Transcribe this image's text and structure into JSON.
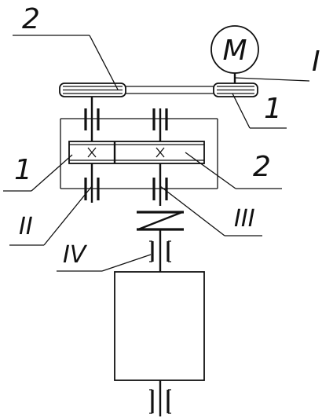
{
  "diagram": {
    "labels": {
      "motor": "M",
      "shaft_1": "I",
      "shaft_2": "II",
      "shaft_3": "III",
      "shaft_4": "IV",
      "belt_pulley_driven": "2",
      "belt_pulley_drive": "1",
      "gear_1": "1",
      "gear_2": "2"
    }
  }
}
